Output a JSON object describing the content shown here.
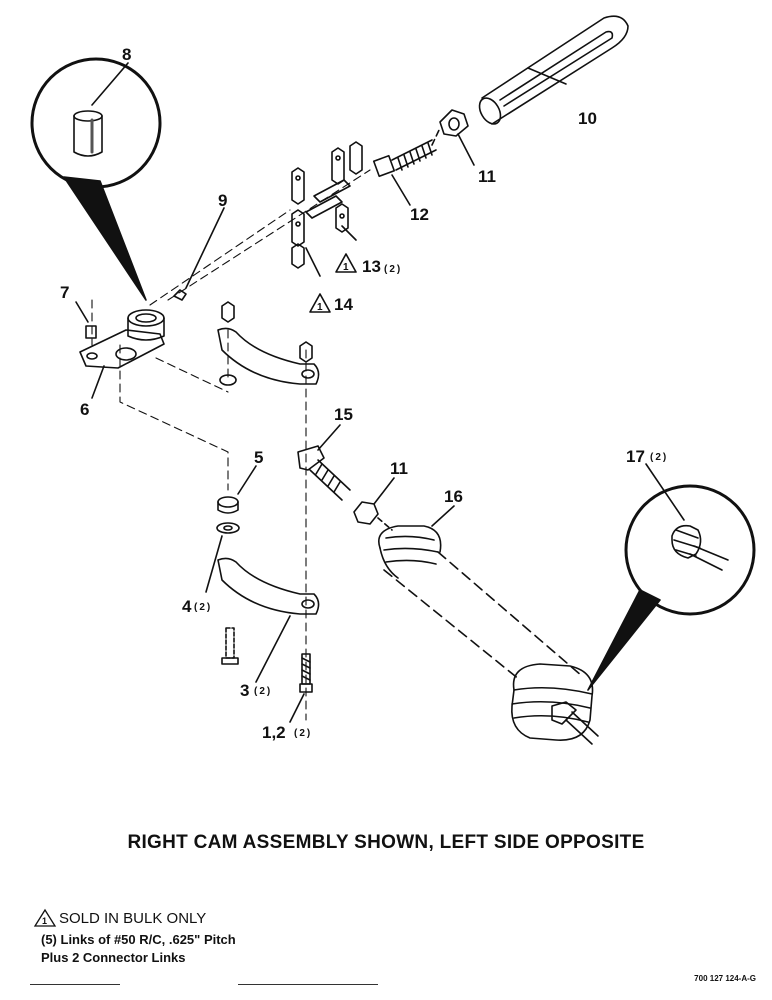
{
  "labels": {
    "c1": "1,2",
    "c1q": "(2)",
    "c3": "3",
    "c3q": "(2)",
    "c4": "4",
    "c4q": "(2)",
    "c5": "5",
    "c6": "6",
    "c7": "7",
    "c8": "8",
    "c9": "9",
    "c10": "10",
    "c11a": "11",
    "c11b": "11",
    "c12": "12",
    "c13": "13",
    "c13q": "(2)",
    "c14": "14",
    "c15": "15",
    "c16": "16",
    "c17": "17",
    "c17q": "(2)",
    "tri": "1"
  },
  "caption": "RIGHT CAM ASSEMBLY SHOWN, LEFT SIDE OPPOSITE",
  "note": {
    "marker": "1",
    "title": "SOLD IN BULK ONLY",
    "line1": "(5) Links of #50 R/C, .625\" Pitch",
    "line2": "Plus 2 Connector Links"
  },
  "drawing_ref": "700 127 124-A-G"
}
